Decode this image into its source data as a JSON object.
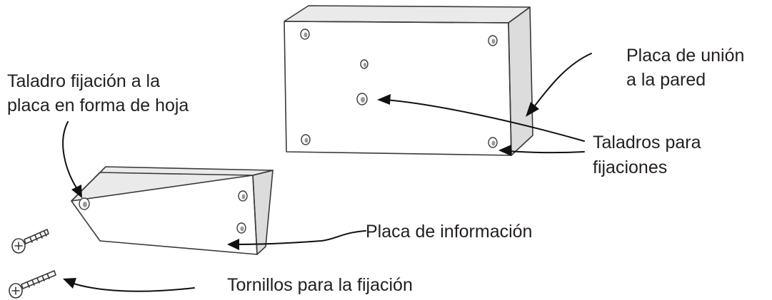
{
  "labels": {
    "placa_union_line1": "Placa de unión",
    "placa_union_line2": "a la pared",
    "taladro_hoja_line1": "Taladro fijación a la",
    "taladro_hoja_line2": "placa en forma de hoja",
    "taladros_line1": "Taladros para",
    "taladros_line2": "fijaciones",
    "placa_info": "Placa de información",
    "tornillos": "Tornillos para la fijación"
  },
  "colors": {
    "text": "#231f20",
    "pencil": "#3a3a3a",
    "arrow": "#111111"
  }
}
